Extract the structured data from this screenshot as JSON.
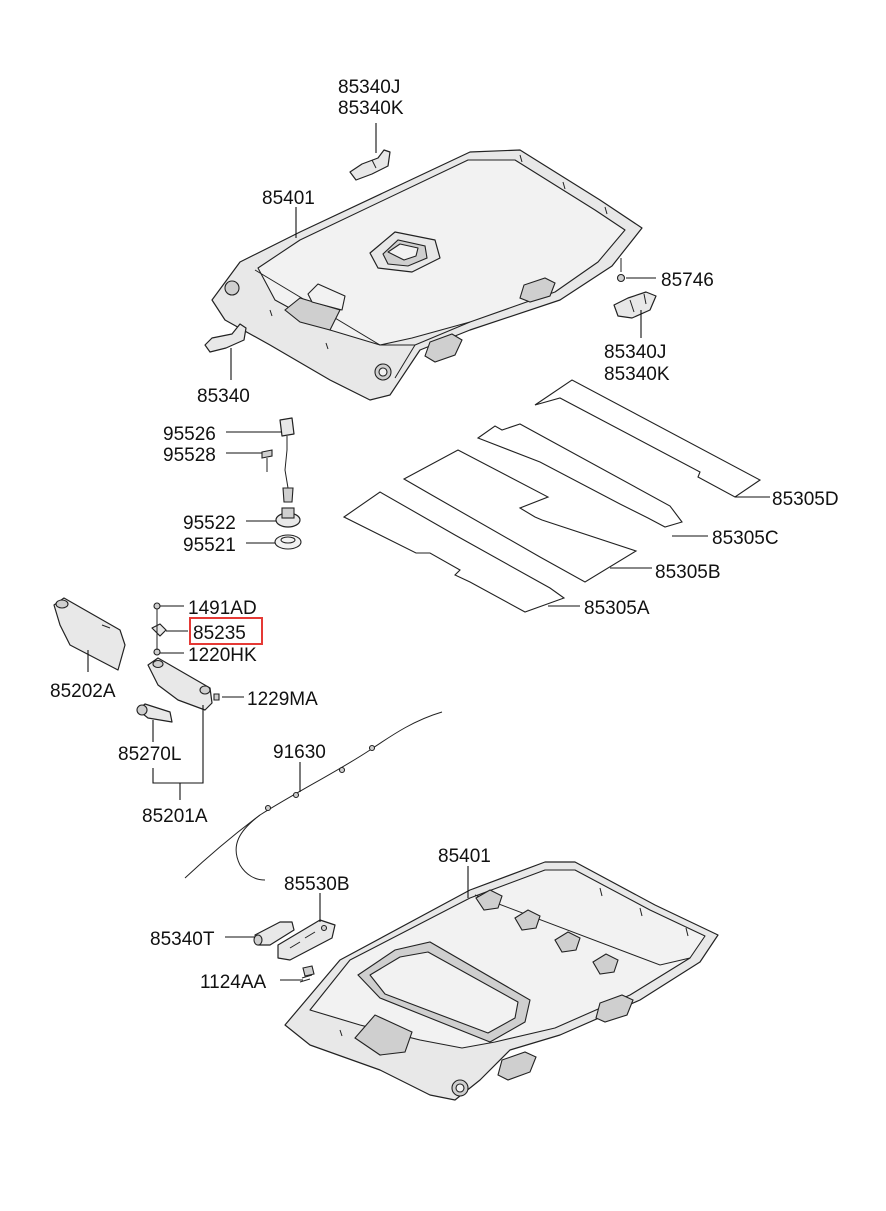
{
  "callouts": {
    "c85340j_top": "85340J",
    "c85340k_top": "85340K",
    "c85401_top": "85401",
    "c85746": "85746",
    "c85340j_right": "85340J",
    "c85340k_right": "85340K",
    "c85340": "85340",
    "c95526": "95526",
    "c95528": "95528",
    "c95522": "95522",
    "c95521": "95521",
    "c85305d": "85305D",
    "c85305c": "85305C",
    "c85305b": "85305B",
    "c85305a": "85305A",
    "c1491ad": "1491AD",
    "c85235": "85235",
    "c1220hk": "1220HK",
    "c85202a": "85202A",
    "c1229ma": "1229MA",
    "c85270l": "85270L",
    "c91630": "91630",
    "c85201a": "85201A",
    "c85401_bottom": "85401",
    "c85530b": "85530B",
    "c85340t": "85340T",
    "c1124aa": "1124AA"
  },
  "highlight_color": "#e53935",
  "highlighted_part": "85235"
}
